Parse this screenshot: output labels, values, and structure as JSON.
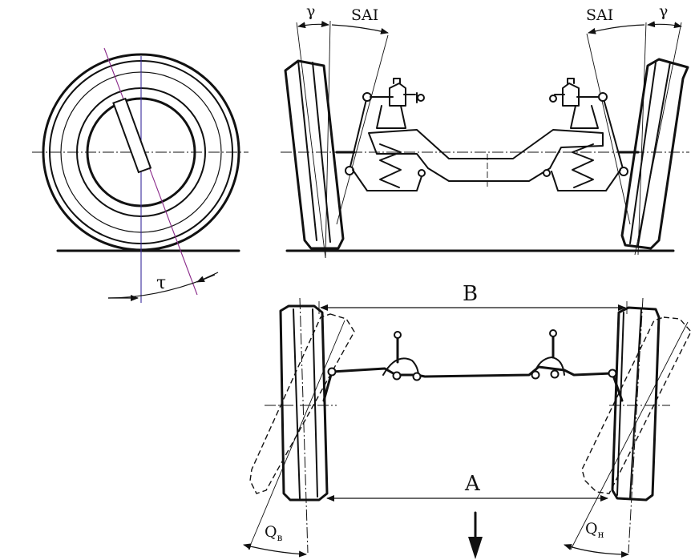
{
  "labels": {
    "gamma_left": "γ",
    "sai_left": "SAI",
    "sai_right": "SAI",
    "gamma_right": "γ",
    "tau": "τ",
    "B": "B",
    "A": "A",
    "Q_left_main": "Q",
    "Q_left_sub": "в",
    "Q_right_main": "Q",
    "Q_right_sub": "н"
  },
  "colors": {
    "line": "#111111",
    "axis_blue": "#3a2a9a",
    "axis_purple": "#8a2a8a",
    "background": "#ffffff"
  }
}
